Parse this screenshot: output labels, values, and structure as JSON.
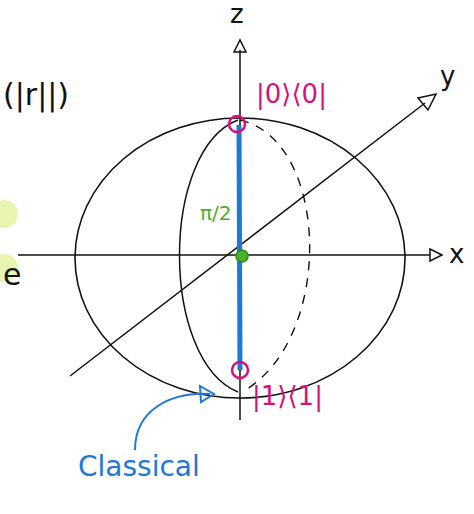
{
  "diagram": {
    "labels": [
      "z",
      "y",
      "x",
      "|0⟩⟨0|",
      "|1⟩⟨1|",
      "π/2",
      "Classical",
      "(|r||)",
      "e"
    ]
  }
}
